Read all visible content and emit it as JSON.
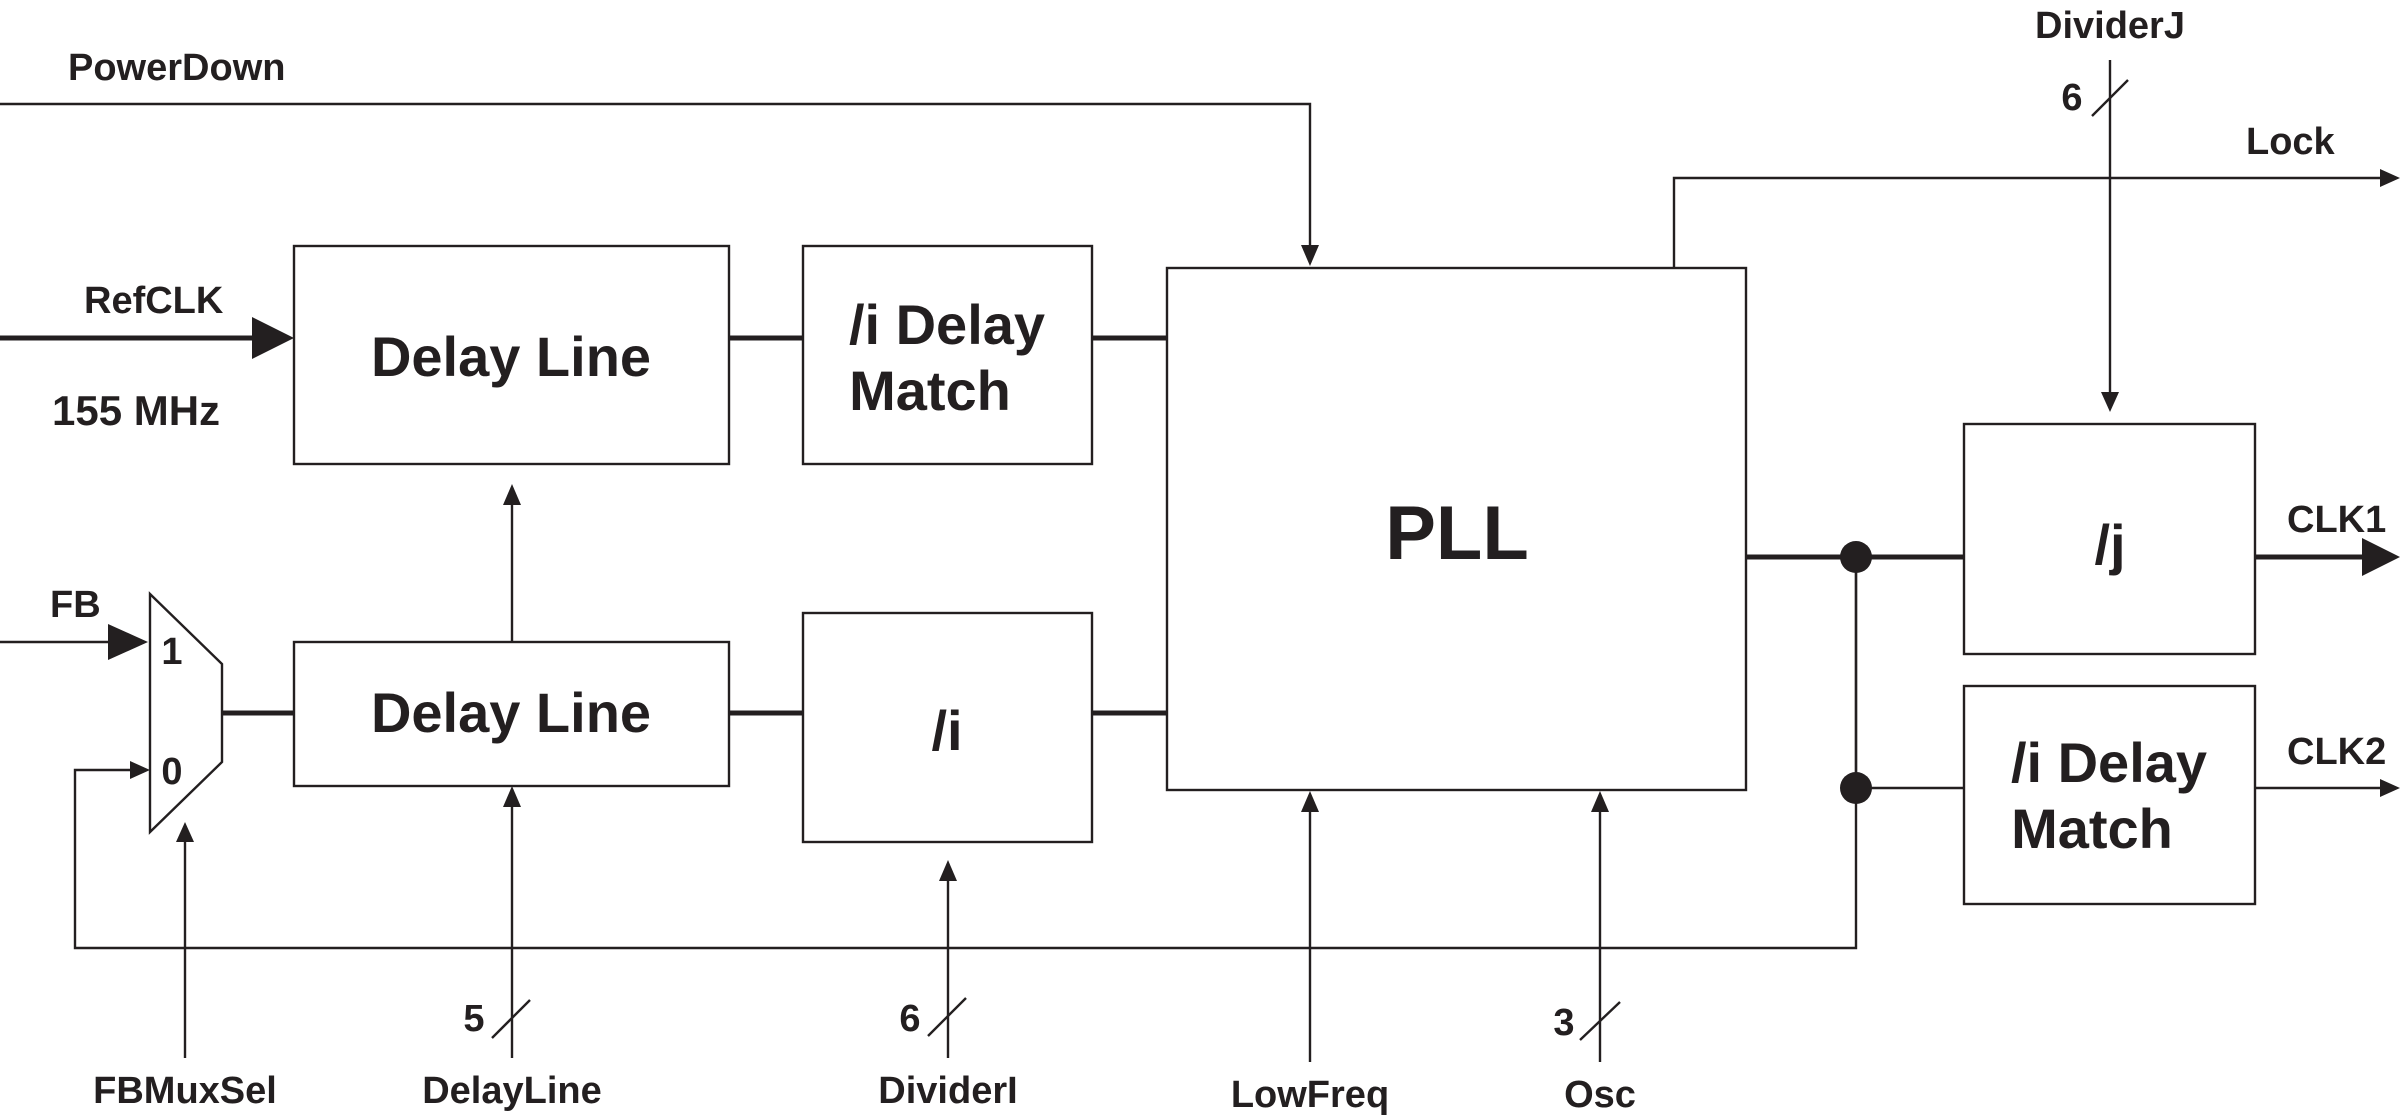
{
  "inputs": {
    "powerdown": "PowerDown",
    "refclk": "RefCLK",
    "freq": "155 MHz",
    "fb": "FB"
  },
  "blocks": {
    "delay_line_top": "Delay Line",
    "delay_match_top_line1": "/i Delay",
    "delay_match_top_line2": "Match",
    "delay_line_bottom": "Delay Line",
    "divider_i": "/i",
    "pll": "PLL",
    "divider_j": "/j",
    "delay_match_bottom_line1": "/i Delay",
    "delay_match_bottom_line2": "Match"
  },
  "mux": {
    "input1": "1",
    "input0": "0"
  },
  "controls": {
    "fbmuxsel": "FBMuxSel",
    "delayline": "DelayLine",
    "delayline_width": "5",
    "divideri": "DividerI",
    "divideri_width": "6",
    "lowfreq": "LowFreq",
    "osc": "Osc",
    "osc_width": "3",
    "dividerj": "DividerJ",
    "dividerj_width": "6"
  },
  "outputs": {
    "lock": "Lock",
    "clk1": "CLK1",
    "clk2": "CLK2"
  }
}
